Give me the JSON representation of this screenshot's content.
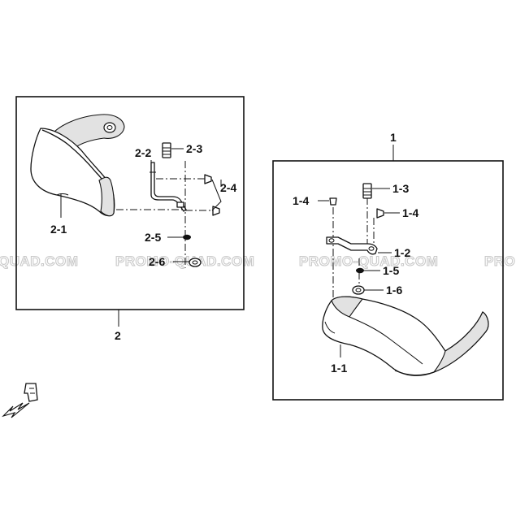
{
  "watermark": {
    "texts": [
      "QUAD.COM",
      "PROMO-QUAD.COM",
      "PROMO-QUAD.COM",
      "PRO"
    ]
  },
  "assemblies": [
    {
      "id": "2",
      "label": "2",
      "parts": {
        "p1": "2-1",
        "p2": "2-2",
        "p3": "2-3",
        "p4": "2-4",
        "p5": "2-5",
        "p6": "2-6"
      }
    },
    {
      "id": "1",
      "label": "1",
      "parts": {
        "p1": "1-1",
        "p2": "1-2",
        "p3": "1-3",
        "p4a": "1-4",
        "p4b": "1-4",
        "p5": "1-5",
        "p6": "1-6"
      }
    }
  ]
}
